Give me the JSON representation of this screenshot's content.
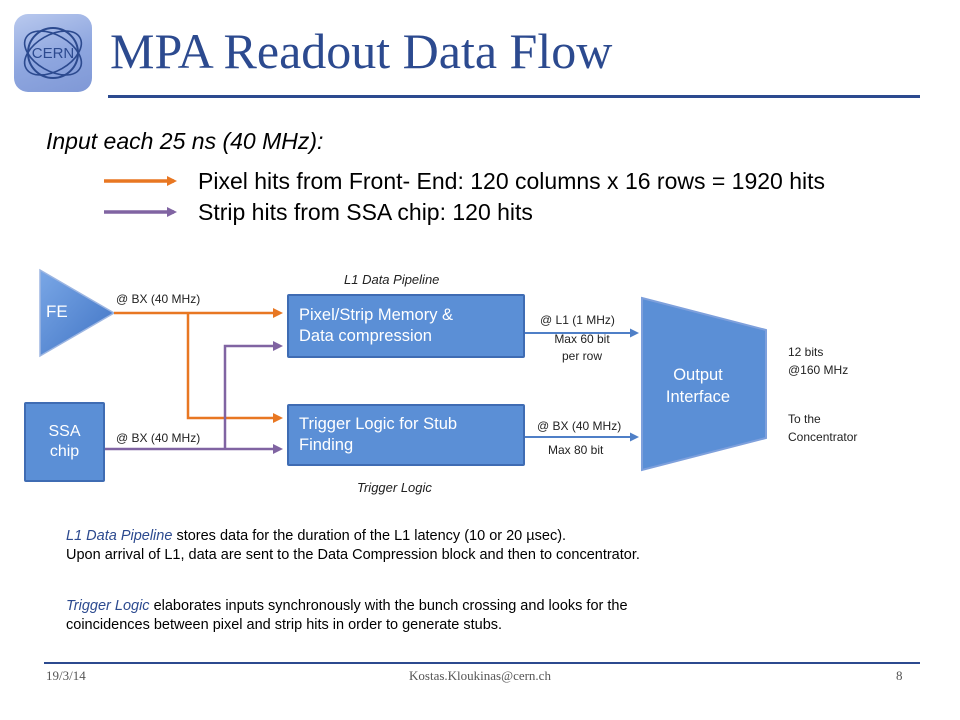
{
  "slide": {
    "title": "MPA Readout Data Flow",
    "logo_text": "CERN",
    "intro": "Input each 25 ns (40 MHz):",
    "legend": [
      {
        "text": "Pixel hits from Front- End: 120 columns x 16 rows = 1920 hits",
        "color": "#e87722"
      },
      {
        "text": "Strip hits from SSA chip: 120 hits",
        "color": "#8064a2"
      }
    ]
  },
  "diagram": {
    "fe_label": "FE",
    "ssa_label_1": "SSA",
    "ssa_label_2": "chip",
    "fe_rate": "@ BX (40 MHz)",
    "ssa_rate": "@ BX (40 MHz)",
    "pipeline_label": "L1 Data Pipeline",
    "trigger_label": "Trigger Logic",
    "memory_box_1": "Pixel/Strip Memory &",
    "memory_box_2": "Data compression",
    "trigger_box_1": "Trigger Logic for Stub",
    "trigger_box_2": "Finding",
    "l1_rate": "@ L1 (1 MHz)",
    "l1_max_1": "Max 60 bit",
    "l1_max_2": "per row",
    "bx_rate": "@ BX (40 MHz)",
    "bx_max": "Max 80 bit",
    "output_1": "Output",
    "output_2": "Interface",
    "out_bits_1": "12 bits",
    "out_bits_2": "@160 MHz",
    "out_dest_1": "To the",
    "out_dest_2": "Concentrator",
    "colors": {
      "pixel": "#e87722",
      "strip": "#8064a2",
      "box": "#5b8fd6",
      "box_border": "#3f6cb3"
    }
  },
  "description": {
    "pipeline_term": "L1 Data Pipeline",
    "pipeline_rest": " stores data for the duration of the L1 latency (10 or 20 µsec).",
    "pipeline_line2": "Upon arrival of L1, data are sent to the Data Compression block and then to concentrator.",
    "trigger_term": "Trigger Logic",
    "trigger_rest": " elaborates inputs synchronously with the bunch crossing and looks for the",
    "trigger_line2": "coincidences between pixel and strip hits in order to generate stubs."
  },
  "footer": {
    "date": "19/3/14",
    "email": "Kostas.Kloukinas@cern.ch",
    "page": "8"
  }
}
